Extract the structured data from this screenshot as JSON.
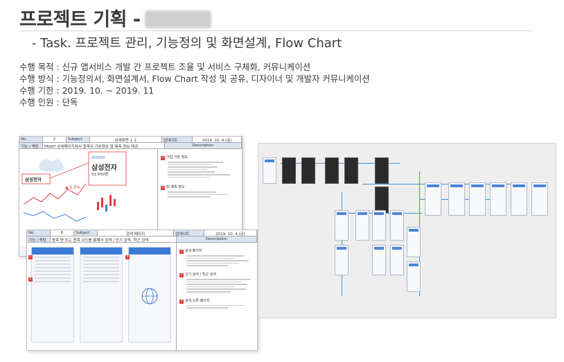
{
  "header": {
    "title": "프로젝트 기획 -",
    "subtitle": "- Task. 프로젝트 관리, 기능정의 및  화면설계, Flow Chart"
  },
  "meta": [
    {
      "label": "수행 목적",
      "value": "신규 앱서비스 개발 간 프로젝트 조율 및 서비스 구체화, 커뮤니케이션"
    },
    {
      "label": "수행 방식",
      "value": "기능정의서, 화면설계서, Flow Chart 작성 및 공유, 디자이너 및 개발자 커뮤니케이션"
    },
    {
      "label": "수행 기한",
      "value": "2019. 10. ~ 2019. 11"
    },
    {
      "label": "수행 인원",
      "value": "단독"
    }
  ],
  "doc1": {
    "no_label": "No.",
    "no_value": "2",
    "subject_label": "Subject",
    "subject_value": "상세화면 1_1",
    "date_label": "업데이트",
    "date_value": "2019. 10. 4.(금)",
    "feature_label": "기능 / 액팅",
    "feature_value": "FASST 상세페이지에서 종목의 기본정보 및 예측 정보 제공",
    "desc_label": "Description",
    "section1": "기업 기본 정보",
    "section2": "AI 예측 정보",
    "company": "삼성전자",
    "company_small": "삼성전자",
    "price": "51,000원",
    "change": "▲ 5.5%",
    "stock_code": "005930"
  },
  "doc2": {
    "no_label": "No.",
    "no_value": "6",
    "subject_label": "Subject",
    "subject_value": "검색 페이지",
    "date_label": "업데이트",
    "date_value": "2019. 10. 4.(금)",
    "feature_label": "기능 / 액팅",
    "feature_value": "종목 명 또는 종목 코드를 통해서 검색 / 인기 검색, 최근 검색",
    "desc_label": "Description",
    "section1": "검색 페이지",
    "section2": "인기 검색 / 최근 검색",
    "section3": "검색 오류 페이지"
  },
  "colors": {
    "accent_blue": "#3c7ad6",
    "badge_red": "#e23b3b",
    "flow_line": "#3c8ed8",
    "header_fill": "#dbe3f1"
  }
}
